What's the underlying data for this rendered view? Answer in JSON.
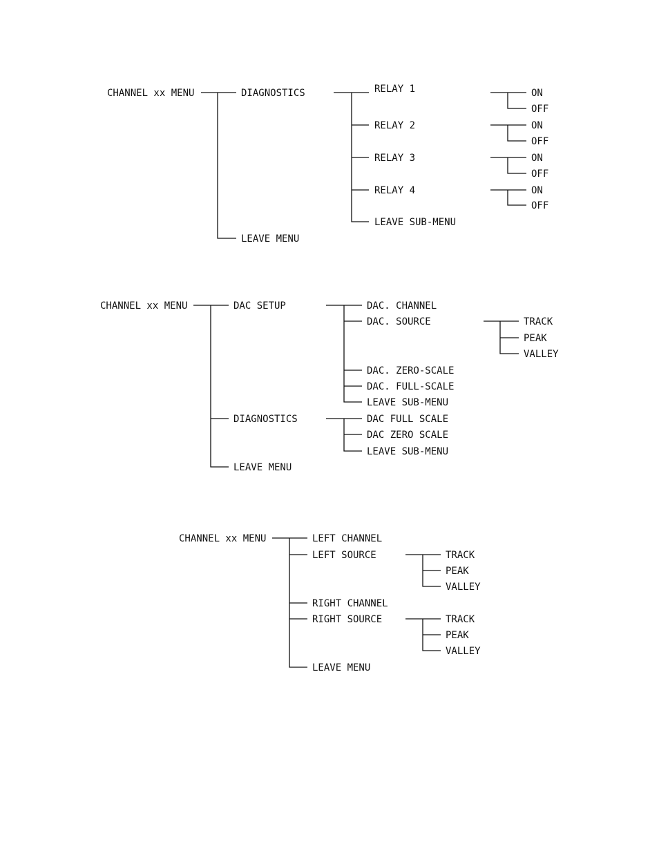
{
  "diagram1": {
    "root": "CHANNEL xx MENU",
    "diagnostics": "DIAGNOSTICS",
    "leave_menu": "LEAVE MENU",
    "relay1": "RELAY 1",
    "relay2": "RELAY 2",
    "relay3": "RELAY 3",
    "relay4": "RELAY 4",
    "leave_sub": "LEAVE SUB-MENU",
    "on": "ON",
    "off": "OFF"
  },
  "diagram2": {
    "root": "CHANNEL xx MENU",
    "dac_setup": "DAC SETUP",
    "diagnostics": "DIAGNOSTICS",
    "leave_menu": "LEAVE MENU",
    "dac_channel": "DAC. CHANNEL",
    "dac_source": "DAC. SOURCE",
    "dac_zero": "DAC. ZERO-SCALE",
    "dac_full": "DAC. FULL-SCALE",
    "leave_sub": "LEAVE SUB-MENU",
    "track": "TRACK",
    "peak": "PEAK",
    "valley": "VALLEY",
    "diag_full": "DAC FULL SCALE",
    "diag_zero": "DAC ZERO SCALE",
    "diag_leave": "LEAVE SUB-MENU"
  },
  "diagram3": {
    "root": "CHANNEL xx MENU",
    "left_channel": "LEFT CHANNEL",
    "left_source": "LEFT SOURCE",
    "right_channel": "RIGHT CHANNEL",
    "right_source": "RIGHT SOURCE",
    "leave_menu": "LEAVE MENU",
    "track": "TRACK",
    "peak": "PEAK",
    "valley": "VALLEY"
  }
}
